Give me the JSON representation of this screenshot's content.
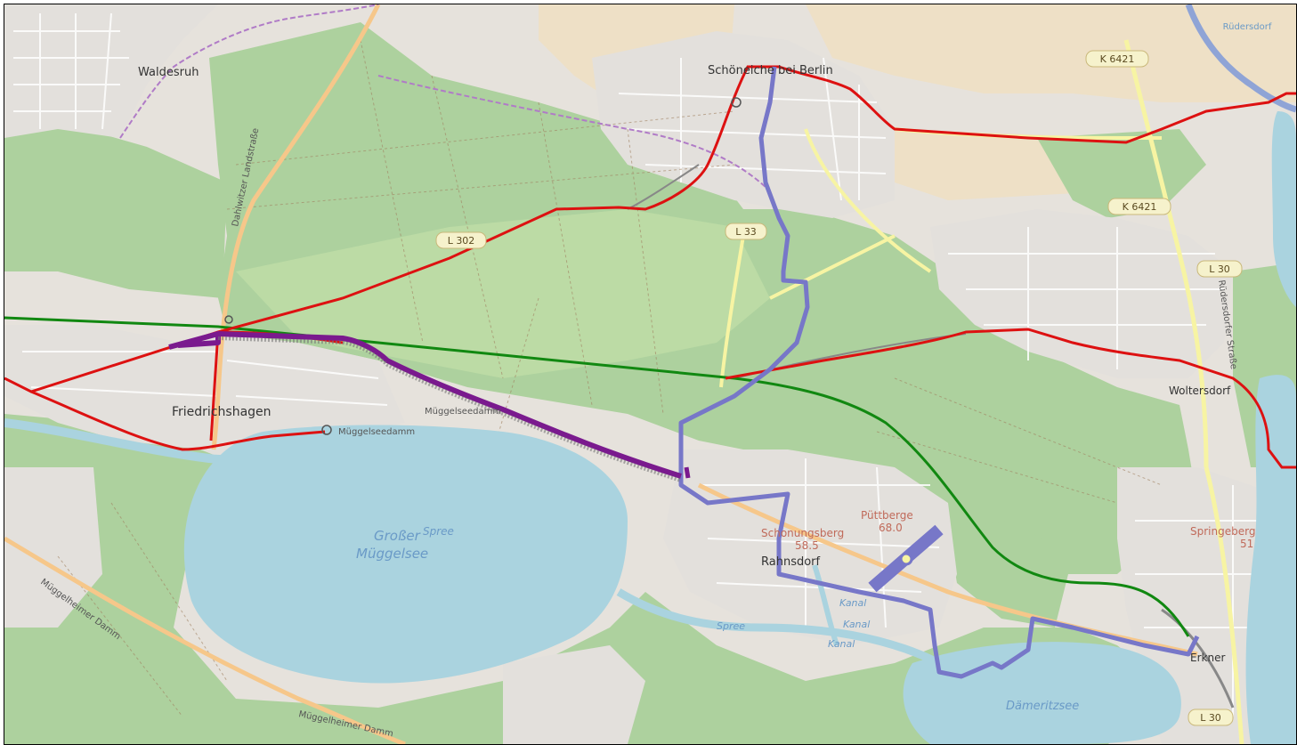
{
  "map": {
    "places": [
      {
        "key": "waldesruh",
        "name": "Waldesruh"
      },
      {
        "key": "schoeneiche",
        "name": "Schöneiche bei Berlin"
      },
      {
        "key": "friedrichshagen",
        "name": "Friedrichshagen"
      },
      {
        "key": "rahnsdorf",
        "name": "Rahnsdorf"
      },
      {
        "key": "woltersdorf",
        "name": "Woltersdorf"
      },
      {
        "key": "erkner",
        "name": "Erkner"
      }
    ],
    "water": {
      "mueggelsee_line1": "Großer",
      "mueggelsee_line2": "Müggelsee",
      "spree1": "Spree",
      "spree2": "Spree",
      "kanal1": "Kanal",
      "kanal2": "Kanal",
      "kanal3": "Kanal",
      "daemeritzsee": "Dämeritzsee"
    },
    "peaks": {
      "schonungsberg_name": "Schonungsberg",
      "schonungsberg_elev": "58.5",
      "puettberge_name": "Püttberge",
      "puettberge_elev": "68.0",
      "springeberg_name": "Springeberg",
      "springeberg_elev": "51"
    },
    "streets": {
      "dahlwitzer": "Dahlwitzer Landstraße",
      "mueggelseedamm1": "Müggelseedamm",
      "mueggelseedamm2": "Müggelseedamm",
      "mueggelheimer1": "Müggelheimer Damm",
      "mueggelheimer2": "Müggelheimer Damm",
      "ruedersdorfer": "Rüdersdorfer Straße"
    },
    "shields": {
      "k6421_top": "K 6421",
      "k6421_mid": "K 6421",
      "l30_mid": "L 30",
      "l30_bottom": "L 30",
      "l33": "L 33",
      "l302": "L 302"
    },
    "partial_labels": {
      "ruedersdorf": "Rüdersdorf"
    },
    "route_colors": {
      "red": "#dd1111",
      "green": "#118811",
      "blue": "#7777c8",
      "purple": "#7a1a8e"
    },
    "base_colors": {
      "forest": "#add19e",
      "urban": "#e3e0dc",
      "water": "#aad3df",
      "farmland": "#eee0c6"
    }
  }
}
